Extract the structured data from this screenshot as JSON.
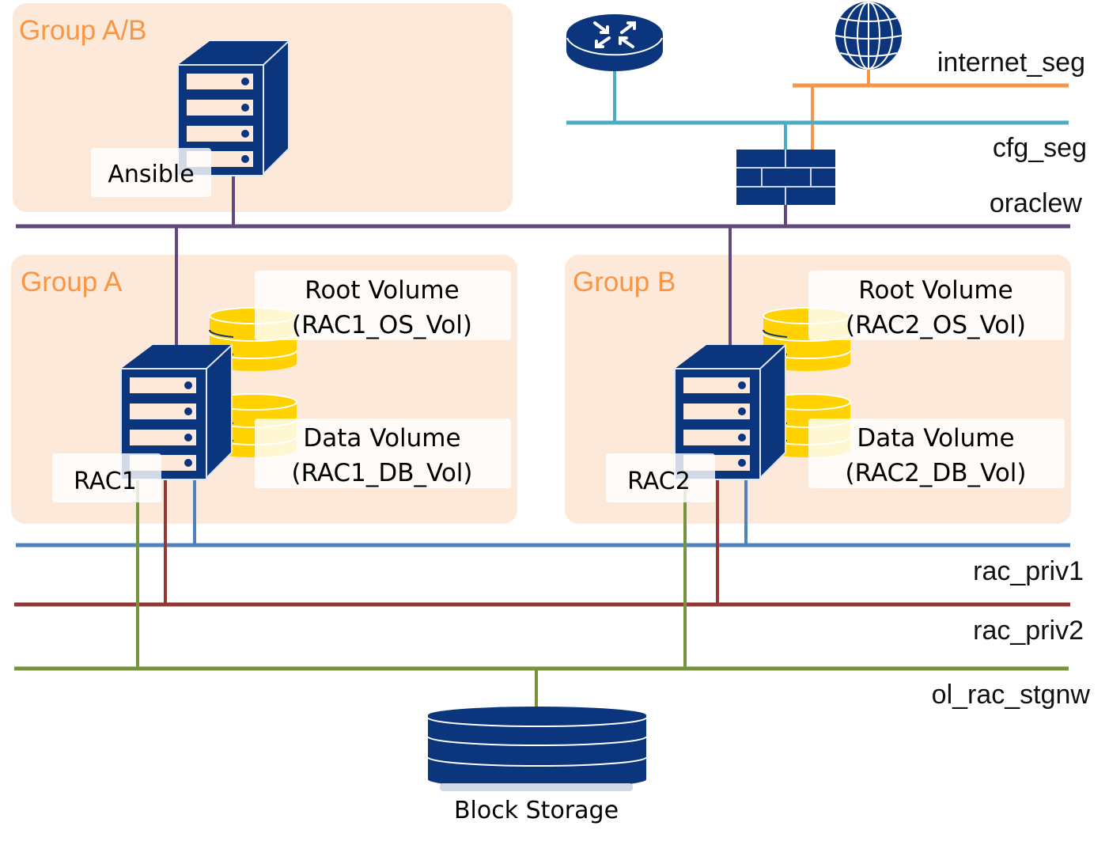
{
  "groups": {
    "ab": {
      "label": "Group A/B"
    },
    "a": {
      "label": "Group A"
    },
    "b": {
      "label": "Group B"
    }
  },
  "nodes": {
    "ansible": {
      "label": "Ansible",
      "icon": "server-icon"
    },
    "rac1": {
      "label": "RAC1",
      "icon": "server-icon"
    },
    "rac2": {
      "label": "RAC2",
      "icon": "server-icon"
    },
    "router": {
      "icon": "router-icon"
    },
    "internet": {
      "icon": "globe-icon"
    },
    "firewall": {
      "icon": "firewall-icon"
    },
    "block_storage": {
      "label": "Block Storage",
      "icon": "storage-icon"
    }
  },
  "volumes": {
    "rac1_root": {
      "title": "Root Volume",
      "name": "(RAC1_OS_Vol)"
    },
    "rac1_data": {
      "title": "Data Volume",
      "name": "(RAC1_DB_Vol)"
    },
    "rac2_root": {
      "title": "Root Volume",
      "name": "(RAC2_OS_Vol)"
    },
    "rac2_data": {
      "title": "Data Volume",
      "name": "(RAC2_DB_Vol)"
    }
  },
  "networks": {
    "internet_seg": {
      "label": "internet_seg",
      "color": "#f79646"
    },
    "cfg_seg": {
      "label": "cfg_seg",
      "color": "#4bacc6"
    },
    "oraclew": {
      "label": "oraclew",
      "color": "#604a7b"
    },
    "rac_priv1": {
      "label": "rac_priv1",
      "color": "#4f81bd"
    },
    "rac_priv2": {
      "label": "rac_priv2",
      "color": "#953735"
    },
    "ol_rac_stgnw": {
      "label": "ol_rac_stgnw",
      "color": "#77933c"
    }
  },
  "colors": {
    "icon_navy": "#0b357c",
    "group_fill": "#fde9d9",
    "disk_yellow": "#ffd200"
  }
}
